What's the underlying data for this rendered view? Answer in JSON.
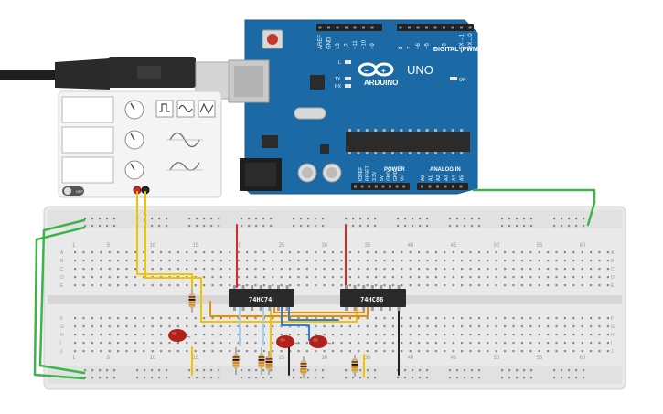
{
  "arduino": {
    "logo_text": "ARDUINO",
    "model": "UNO",
    "digital_label": "DIGITAL (PWM~)",
    "power_label": "POWER",
    "analog_label": "ANALOG IN",
    "led_l": "L",
    "led_tx": "TX",
    "led_rx": "RX",
    "led_on": "ON",
    "top_pins": [
      "AREF",
      "GND",
      "13",
      "12",
      "~11",
      "~10",
      "~9",
      "8",
      "7",
      "~6",
      "~5",
      "4",
      "~3",
      "2",
      "TX→1",
      "RX←0"
    ],
    "power_pins": [
      "IOREF",
      "RESET",
      "3.3V",
      "5V",
      "GND",
      "GND",
      "Vin"
    ],
    "analog_pins": [
      "A0",
      "A1",
      "A2",
      "A3",
      "A4",
      "A5"
    ]
  },
  "function_generator": {
    "power_switch_label": "OFF",
    "waveforms": [
      "square",
      "triangle",
      "sine"
    ]
  },
  "breadboard": {
    "column_numbers": [
      "1",
      "5",
      "10",
      "15",
      "20",
      "25",
      "30",
      "35",
      "40",
      "45",
      "50",
      "55",
      "60"
    ],
    "rows_top": [
      "A",
      "B",
      "C",
      "D",
      "E"
    ],
    "rows_bottom": [
      "F",
      "G",
      "H",
      "I",
      "J"
    ]
  },
  "chips": [
    {
      "label": "74HC74"
    },
    {
      "label": "74HC86"
    }
  ],
  "led_color": "#b1221d",
  "wire_colors": {
    "power_red": "#d42a2a",
    "signal_yellow": "#f2c400",
    "signal_orange": "#f28a00",
    "signal_blue": "#2e7fe0",
    "signal_lightblue": "#9fd0f0",
    "ground_black": "#222222",
    "green": "#3bb54a"
  },
  "board_color": "#1b6aa5"
}
